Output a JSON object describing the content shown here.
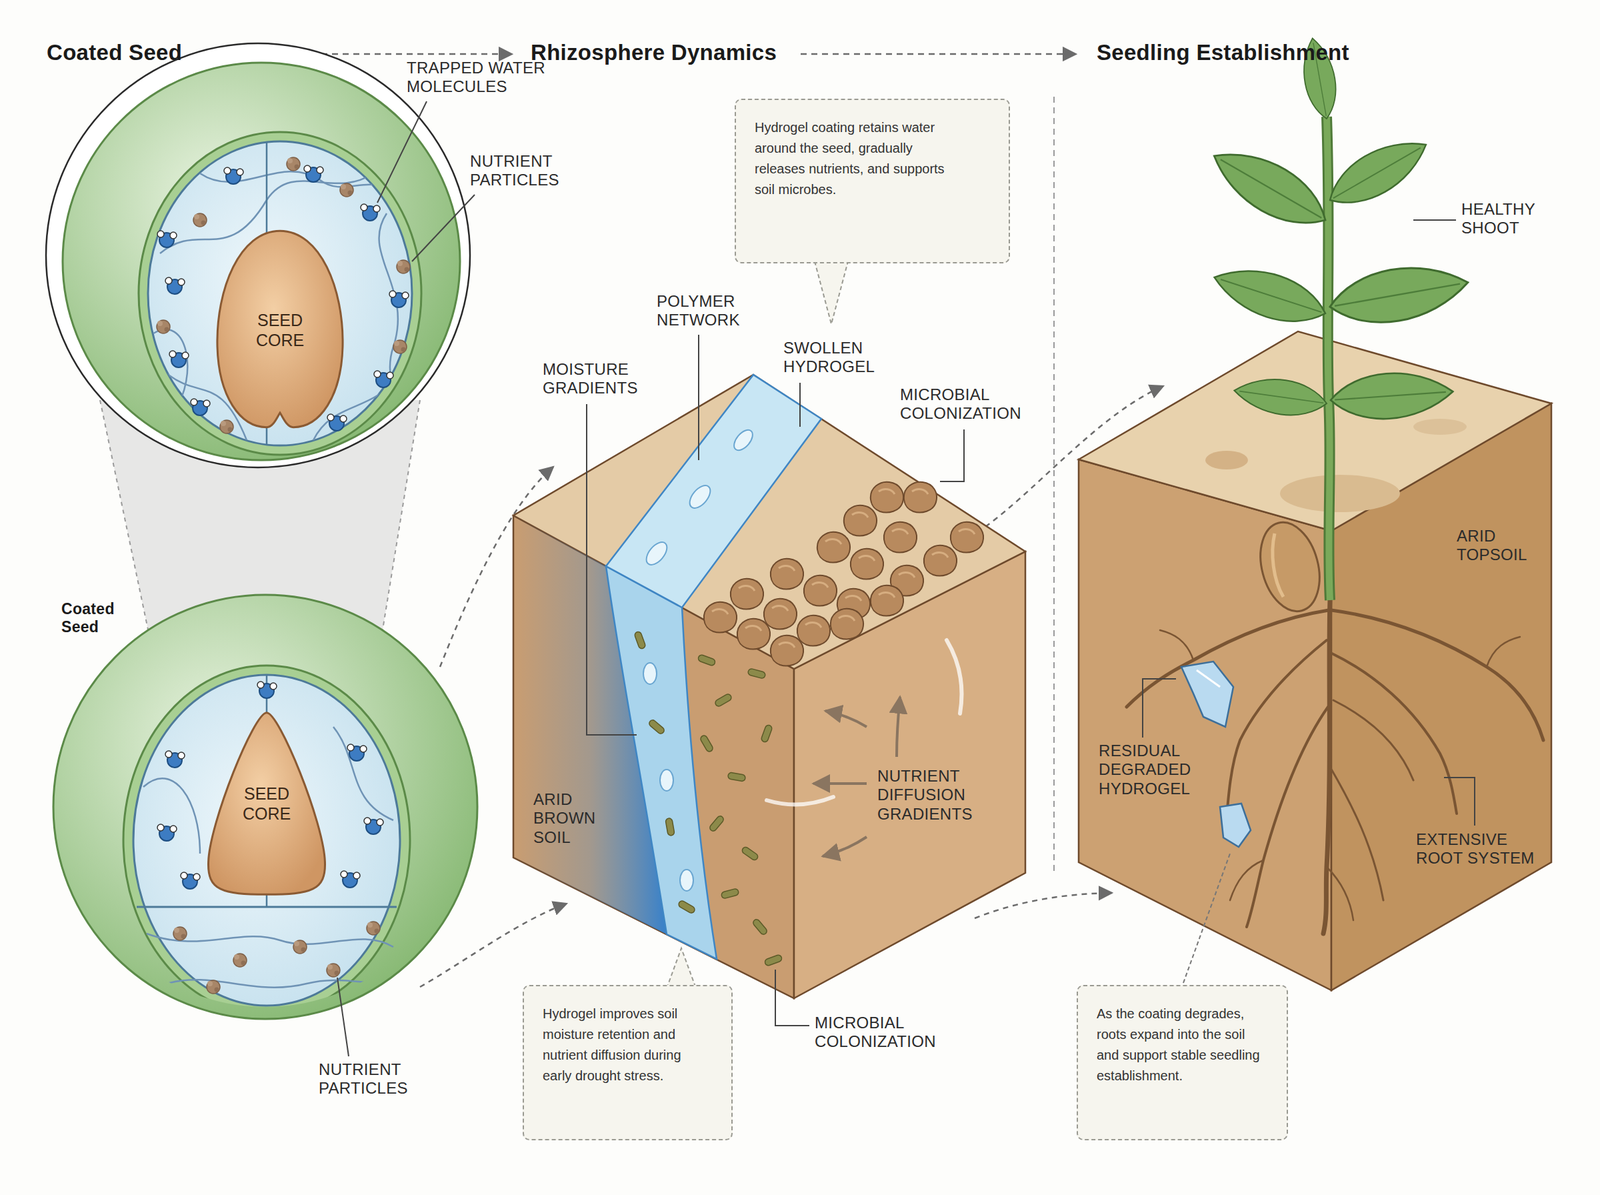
{
  "diagram": {
    "nodes": [
      {
        "text": [
          "SEED CORE"
        ]
      },
      {
        "text": [
          "SEED CORE"
        ]
      },
      {
        "text": [
          "Hydrogel coating retains water around the seed, gradually releases nutrients, and supports soil microbes."
        ]
      },
      {
        "text": [
          "Hydrogel improves soil moisture retention and nutrient diffusion during early drought stress."
        ]
      },
      {
        "text": [
          "As the coating degrades, roots expand into the soil and support stable seedling establishment."
        ]
      }
    ],
    "labels": [
      "Coated Seed",
      "Rhizosphere Dynamics",
      "Seedling Establishment",
      "TRAPPED WATER MOLECULES",
      "NUTRIENT PARTICLES",
      "Coated Seed",
      "NUTRIENT PARTICLES",
      "POLYMER NETWORK",
      "MOISTURE GRADIENTS",
      "SWOLLEN HYDROGEL",
      "MICROBIAL COLONIZATION",
      "ARID BROWN SOIL",
      "NUTRIENT DIFFUSION GRADIENTS",
      "MICROBIAL COLONIZATION",
      "HEALTHY SHOOT",
      "ARID TOPSOIL",
      "RESIDUAL DEGRADED HYDROGEL",
      "EXTENSIVE ROOT SYSTEM"
    ]
  }
}
